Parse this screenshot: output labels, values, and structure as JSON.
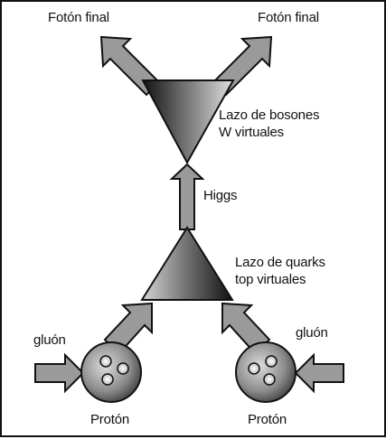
{
  "labels": {
    "photon_left": "Fotón final",
    "photon_right": "Fotón final",
    "w_loop_line1": "Lazo de bosones",
    "w_loop_line2": "W virtuales",
    "higgs": "Higgs",
    "top_loop_line1": "Lazo de quarks",
    "top_loop_line2": "top virtuales",
    "gluon_left": "gluón",
    "gluon_right": "gluón",
    "proton_left": "Protón",
    "proton_right": "Protón"
  },
  "icons": {
    "arrow": "gray-block-arrow-icon",
    "loop": "shaded-triangle-icon",
    "proton": "proton-sphere-icon"
  }
}
